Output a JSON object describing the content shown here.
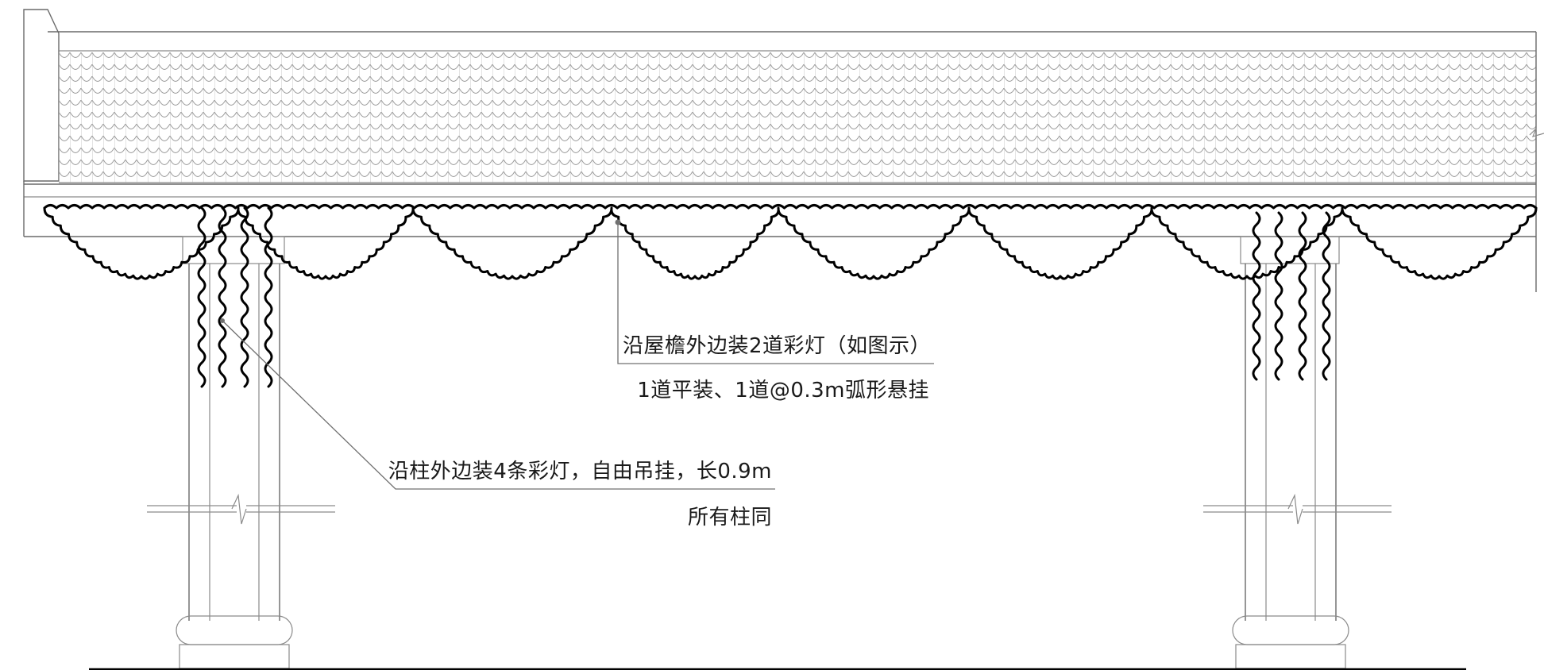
{
  "annotations": {
    "eave_line1": "沿屋檐外边装2道彩灯（如图示）",
    "eave_line2": "1道平装、1道@0.3m弧形悬挂",
    "column_line1": "沿柱外边装4条彩灯，自由吊挂，长0.9m",
    "column_line2": "所有柱同"
  },
  "colors": {
    "line": "#8a8a8a",
    "lamp": "#000000",
    "text": "#1a1a1a",
    "background": "#ffffff"
  }
}
